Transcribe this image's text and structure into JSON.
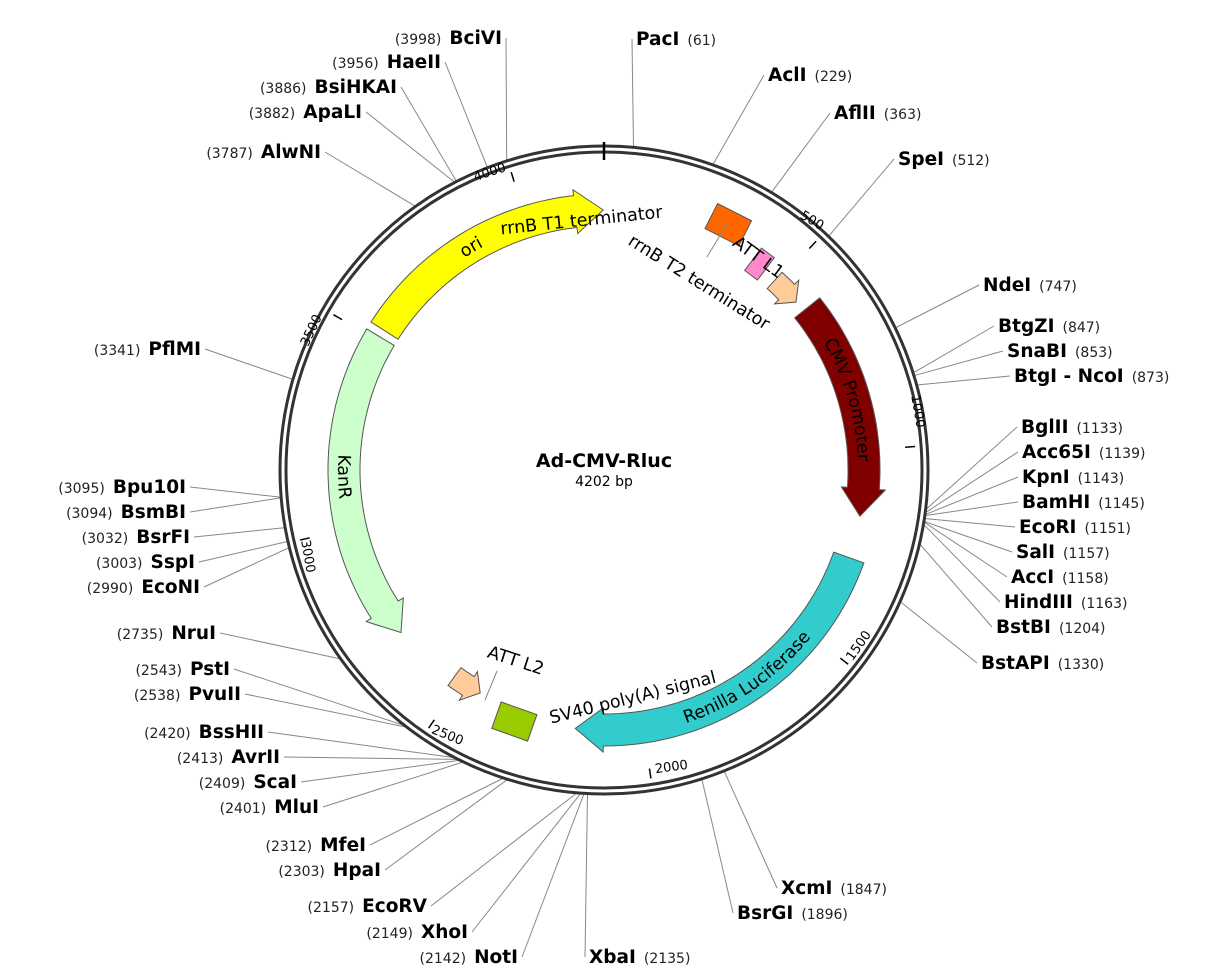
{
  "plasmid": {
    "name": "Ad-CMV-Rluc",
    "size_label": "4202 bp",
    "length": 4202
  },
  "colors": {
    "ori": "#ffff00",
    "kanr": "#ccffcc",
    "cmv_promoter": "#800000",
    "renilla_luciferase": "#33cccc",
    "rrnb_t1_terminator": "#ff6600",
    "rrnb_t2_terminator": "#ff88cc",
    "att_sites": "#ffcc99",
    "sv40_polya": "#99cc00",
    "backbone": "#333333",
    "leader_lines": "#888888"
  },
  "tick_labels": [
    "500",
    "1000",
    "1500",
    "2000",
    "2500",
    "3000",
    "3500",
    "4000"
  ],
  "features": [
    {
      "id": "ori",
      "label": "ori",
      "start": 3530,
      "end": 4200,
      "direction": "forward",
      "style": "arrow",
      "color": "#ffff00",
      "label_inside": true,
      "label_color": "#000000"
    },
    {
      "id": "rrnb-t1",
      "label": "rrnB T1 terminator",
      "start": 272,
      "end": 355,
      "style": "box",
      "color": "#ff6600"
    },
    {
      "id": "rrnb-t2",
      "label": "rrnB T2 terminator",
      "start": 420,
      "end": 445,
      "style": "box",
      "color": "#ff88cc"
    },
    {
      "id": "att-l1",
      "label": "ATT L1",
      "start": 490,
      "end": 570,
      "direction": "forward",
      "style": "arrow",
      "color": "#ffcc99"
    },
    {
      "id": "cmv-promoter",
      "label": "CMV Promoter",
      "start": 600,
      "end": 1170,
      "direction": "forward",
      "style": "arrow",
      "color": "#800000",
      "label_inside": true,
      "label_color": "#ffffff"
    },
    {
      "id": "renilla-luciferase",
      "label": "Renilla Luciferase",
      "start": 1280,
      "end": 2175,
      "direction": "forward",
      "style": "arrow",
      "color": "#33cccc",
      "label_inside": true,
      "label_color": "#000000"
    },
    {
      "id": "sv40-polya",
      "label": "SV40 poly(A) signal",
      "start": 2270,
      "end": 2390,
      "style": "box",
      "color": "#99cc00"
    },
    {
      "id": "att-l2",
      "label": "ATT L2",
      "start": 2440,
      "end": 2520,
      "direction": "reverse",
      "style": "arrow",
      "color": "#ffcc99"
    },
    {
      "id": "kanr",
      "label": "KanR",
      "start": 2700,
      "end": 3510,
      "direction": "reverse",
      "style": "arrow",
      "color": "#ccffcc",
      "label_inside": true,
      "label_color": "#000000"
    }
  ],
  "restriction_sites": [
    {
      "name": "PacI",
      "position_label": "(61)",
      "position": 61
    },
    {
      "name": "AclI",
      "position_label": "(229)",
      "position": 229
    },
    {
      "name": "AflII",
      "position_label": "(363)",
      "position": 363
    },
    {
      "name": "SpeI",
      "position_label": "(512)",
      "position": 512
    },
    {
      "name": "NdeI",
      "position_label": "(747)",
      "position": 747
    },
    {
      "name": "BtgZI",
      "position_label": "(847)",
      "position": 847
    },
    {
      "name": "SnaBI",
      "position_label": "(853)",
      "position": 853
    },
    {
      "name": "BtgI - NcoI",
      "position_label": "(873)",
      "position": 873
    },
    {
      "name": "BglII",
      "position_label": "(1133)",
      "position": 1133
    },
    {
      "name": "Acc65I",
      "position_label": "(1139)",
      "position": 1139
    },
    {
      "name": "KpnI",
      "position_label": "(1143)",
      "position": 1143
    },
    {
      "name": "BamHI",
      "position_label": "(1145)",
      "position": 1145
    },
    {
      "name": "EcoRI",
      "position_label": "(1151)",
      "position": 1151
    },
    {
      "name": "SalI",
      "position_label": "(1157)",
      "position": 1157
    },
    {
      "name": "AccI",
      "position_label": "(1158)",
      "position": 1158
    },
    {
      "name": "HindIII",
      "position_label": "(1163)",
      "position": 1163
    },
    {
      "name": "BstBI",
      "position_label": "(1204)",
      "position": 1204
    },
    {
      "name": "BstAPI",
      "position_label": "(1330)",
      "position": 1330
    },
    {
      "name": "XcmI",
      "position_label": "(1847)",
      "position": 1847
    },
    {
      "name": "BsrGI",
      "position_label": "(1896)",
      "position": 1896
    },
    {
      "name": "XbaI",
      "position_label": "(2135)",
      "position": 2135
    },
    {
      "name": "NotI",
      "position_label": "(2142)",
      "position": 2142
    },
    {
      "name": "XhoI",
      "position_label": "(2149)",
      "position": 2149
    },
    {
      "name": "EcoRV",
      "position_label": "(2157)",
      "position": 2157
    },
    {
      "name": "HpaI",
      "position_label": "(2303)",
      "position": 2303
    },
    {
      "name": "MfeI",
      "position_label": "(2312)",
      "position": 2312
    },
    {
      "name": "MluI",
      "position_label": "(2401)",
      "position": 2401
    },
    {
      "name": "ScaI",
      "position_label": "(2409)",
      "position": 2409
    },
    {
      "name": "AvrII",
      "position_label": "(2413)",
      "position": 2413
    },
    {
      "name": "BssHII",
      "position_label": "(2420)",
      "position": 2420
    },
    {
      "name": "PvuII",
      "position_label": "(2538)",
      "position": 2538
    },
    {
      "name": "PstI",
      "position_label": "(2543)",
      "position": 2543
    },
    {
      "name": "NruI",
      "position_label": "(2735)",
      "position": 2735
    },
    {
      "name": "EcoNI",
      "position_label": "(2990)",
      "position": 2990
    },
    {
      "name": "SspI",
      "position_label": "(3003)",
      "position": 3003
    },
    {
      "name": "BsrFI",
      "position_label": "(3032)",
      "position": 3032
    },
    {
      "name": "BsmBI",
      "position_label": "(3094)",
      "position": 3094
    },
    {
      "name": "Bpu10I",
      "position_label": "(3095)",
      "position": 3095
    },
    {
      "name": "PflMI",
      "position_label": "(3341)",
      "position": 3341
    },
    {
      "name": "AlwNI",
      "position_label": "(3787)",
      "position": 3787
    },
    {
      "name": "ApaLI",
      "position_label": "(3882)",
      "position": 3882
    },
    {
      "name": "BsiHKAI",
      "position_label": "(3886)",
      "position": 3886
    },
    {
      "name": "HaeII",
      "position_label": "(3956)",
      "position": 3956
    },
    {
      "name": "BciVI",
      "position_label": "(3998)",
      "position": 3998
    }
  ]
}
